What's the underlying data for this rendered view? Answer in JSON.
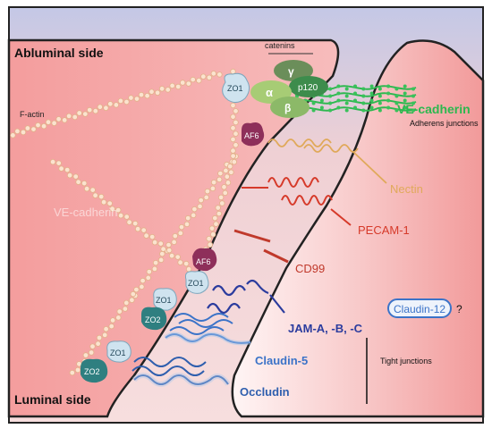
{
  "labels": {
    "abluminal_side": "Abluminal side",
    "luminal_side": "Luminal side",
    "catenins": "catenins",
    "f_actin": "F-actin",
    "ve_cadherin": "VE-cadherin",
    "adherens_junctions": "Adherens junctions",
    "nectin": "Nectin",
    "pecam1": "PECAM-1",
    "cd99": "CD99",
    "jam": "JAM-A, -B, -C",
    "claudin5": "Claudin-5",
    "occludin": "Occludin",
    "claudin12": "Claudin-12",
    "claudin12_q": "?",
    "tight_junctions": "Tight junctions",
    "zo1": "ZO1",
    "zo2": "ZO2",
    "af6": "AF6",
    "alpha": "α",
    "beta": "β",
    "gamma": "γ",
    "p120": "p120",
    "faint_ve_cadherin": "VE-cadherin"
  },
  "colors": {
    "cell_left_fill": "#f2a3a3",
    "cell_right_fill": "#f6c0c0",
    "background_top": "#c9c4e0",
    "ve_cadherin": "#2db84f",
    "nectin": "#e0a95a",
    "pecam1": "#d63a2a",
    "cd99": "#c0392b",
    "jam": "#2b3c9e",
    "claudin5": "#3b73c8",
    "occludin": "#2f5fae",
    "af6": "#8e2f5a",
    "zo1": "#9ec5d6",
    "zo2": "#2f7f80"
  }
}
